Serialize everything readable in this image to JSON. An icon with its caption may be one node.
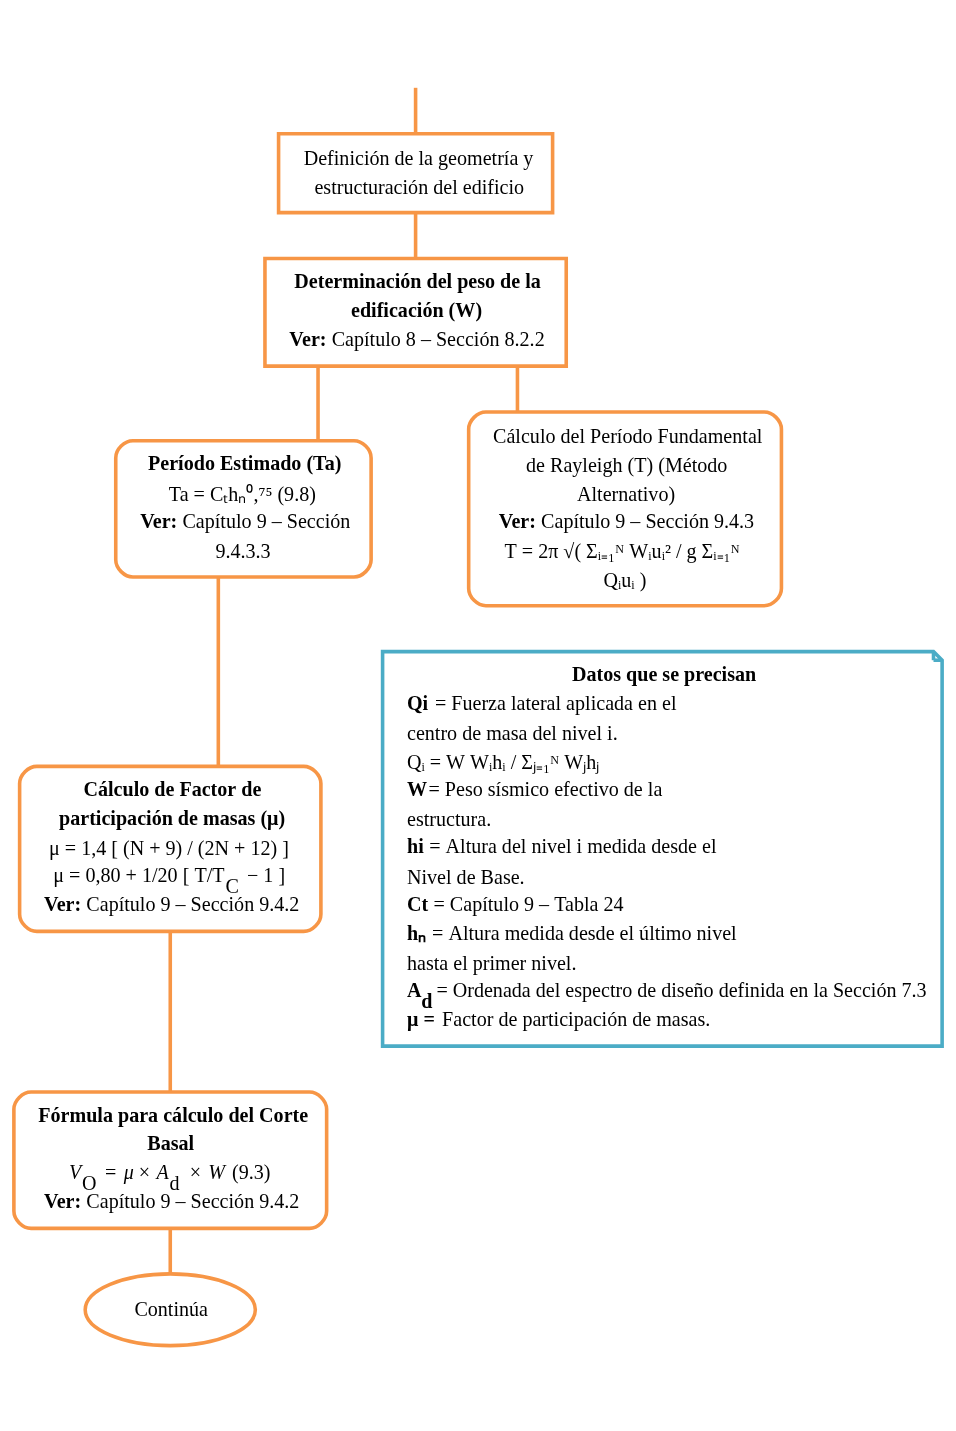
{
  "diagram": {
    "nodes": [
      {
        "text": [
          "Definición de la geometría y estructuración del edificio"
        ]
      },
      {
        "text": [
          "Determinación del peso de la edificación (W)",
          "**Ver:** Capítulo 8 – Sección 8.2.2"
        ]
      },
      {
        "text": [
          "Período Estimado (Ta)",
          "Ta = Cₜhₙ⁰,⁷⁵ (9.8)",
          "**Ver:** Capítulo 9 – Sección 9.4.3.3"
        ]
      },
      {
        "text": [
          "Cálculo del Período Fundamental de Rayleigh (T) (Método Alternativo)",
          "**Ver:** Capítulo 9 – Sección 9.4.3",
          "T = 2π √( Σᵢ₌₁ᴺ Wᵢuᵢ² / g Σᵢ₌₁ᴺ Qᵢuᵢ )"
        ]
      },
      {
        "text": [
          "Cálculo de Factor de participación de masas (μ)",
          "μ = 1,4 [ (N + 9) / (2N + 12) ]",
          "μ = 0,80 + 1/20 [ T/T$_{C}$ − 1 ]",
          "**Ver:** Capítulo 9 – Sección 9.4.2"
        ]
      },
      {
        "text": [
          "Fórmula para cálculo del Corte Basal",
          "*V*$_{O}$ = *μ* × *A*$_{d}$ × *W* (9.3)",
          "**Ver:** Capítulo 9 – Sección 9.4.2"
        ]
      },
      {
        "text": [
          "Continúa"
        ]
      },
      {
        "text": [
          "Datos que se precisan",
          "**Qi** = Fuerza lateral aplicada en el centro de masa del nivel i.",
          "Qᵢ = W Wᵢhᵢ / Σⱼ₌₁ᴺ Wⱼhⱼ",
          "**W**= Peso sísmico efectivo de la estructura.",
          "**hi** = Altura del nivel i medida desde el Nivel de Base.",
          "**Ct** = Capítulo 9 – Tabla 24",
          "**hₙ** = Altura medida desde el último nivel hasta el primer nivel.",
          "**A$_{d}$** = Ordenada del espectro de diseño definida en la Sección 7.3",
          "**μ =** Factor de participación de masas."
        ]
      }
    ],
    "edges": [
      {
        "from": null,
        "to": 0,
        "arrow": "none"
      },
      {
        "from": 0,
        "to": 1,
        "arrow": "none"
      },
      {
        "from": 1,
        "to": 2,
        "arrow": "none"
      },
      {
        "from": 1,
        "to": 3,
        "arrow": "none"
      },
      {
        "from": 2,
        "to": 4,
        "arrow": "none"
      },
      {
        "from": 4,
        "to": 5,
        "arrow": "none"
      },
      {
        "from": 5,
        "to": 6,
        "arrow": "none"
      }
    ]
  }
}
